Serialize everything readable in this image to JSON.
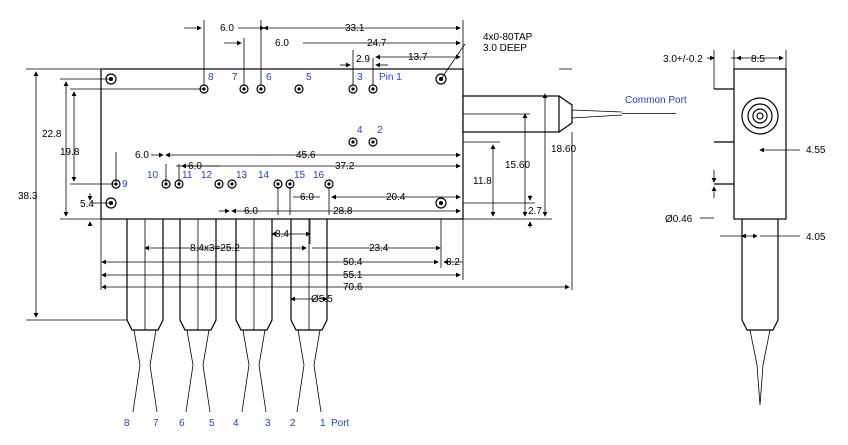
{
  "dimensions": {
    "d33_1": "33.1",
    "d6_0_top": "6.0",
    "d24_7": "24.7",
    "d6_0_mid": "6.0",
    "d13_7": "13.7",
    "d2_9": "2.9",
    "d22_8": "22.8",
    "d19_8": "19.8",
    "d38_3": "38.3",
    "d5_4": "5.4",
    "d45_6": "45.6",
    "d6_0_row1": "6.0",
    "d37_2": "37.2",
    "d6_0_row2": "6.0",
    "d20_4": "20.4",
    "d6_0_row3": "6.0",
    "d28_8": "28.8",
    "d6_0_low": "6.0",
    "d8_4": "8.4",
    "d8_4x3": "8.4x3=25.2",
    "d23_4": "23.4",
    "d50_4": "50.4",
    "d3_2": "3.2",
    "d55_1": "55.1",
    "d70_6": "70.6",
    "d5_5": "Ø5.5",
    "d18_60": "18.60",
    "d15_60": "15.60",
    "d11_8": "11.8",
    "d2_7": "2.7",
    "d3_0": "3.0+/-0.2",
    "d8_5": "8.5",
    "d4_55": "4.55",
    "d0_46": "Ø0.46",
    "d4_05": "4.05"
  },
  "labels": {
    "tap_line1": "4x0-80TAP",
    "tap_line2": "3.0 DEEP",
    "common_port": "Common Port",
    "pin1": "Pin 1",
    "port": "Port"
  },
  "pins_top": [
    "8",
    "7",
    "6",
    "5",
    "3"
  ],
  "pins_mid": [
    "4",
    "2"
  ],
  "pins_bottom": [
    "9",
    "10",
    "11",
    "12",
    "13",
    "14",
    "15",
    "16"
  ],
  "fiber_numbers": [
    "8",
    "7",
    "6",
    "5",
    "4",
    "3",
    "2",
    "1"
  ]
}
